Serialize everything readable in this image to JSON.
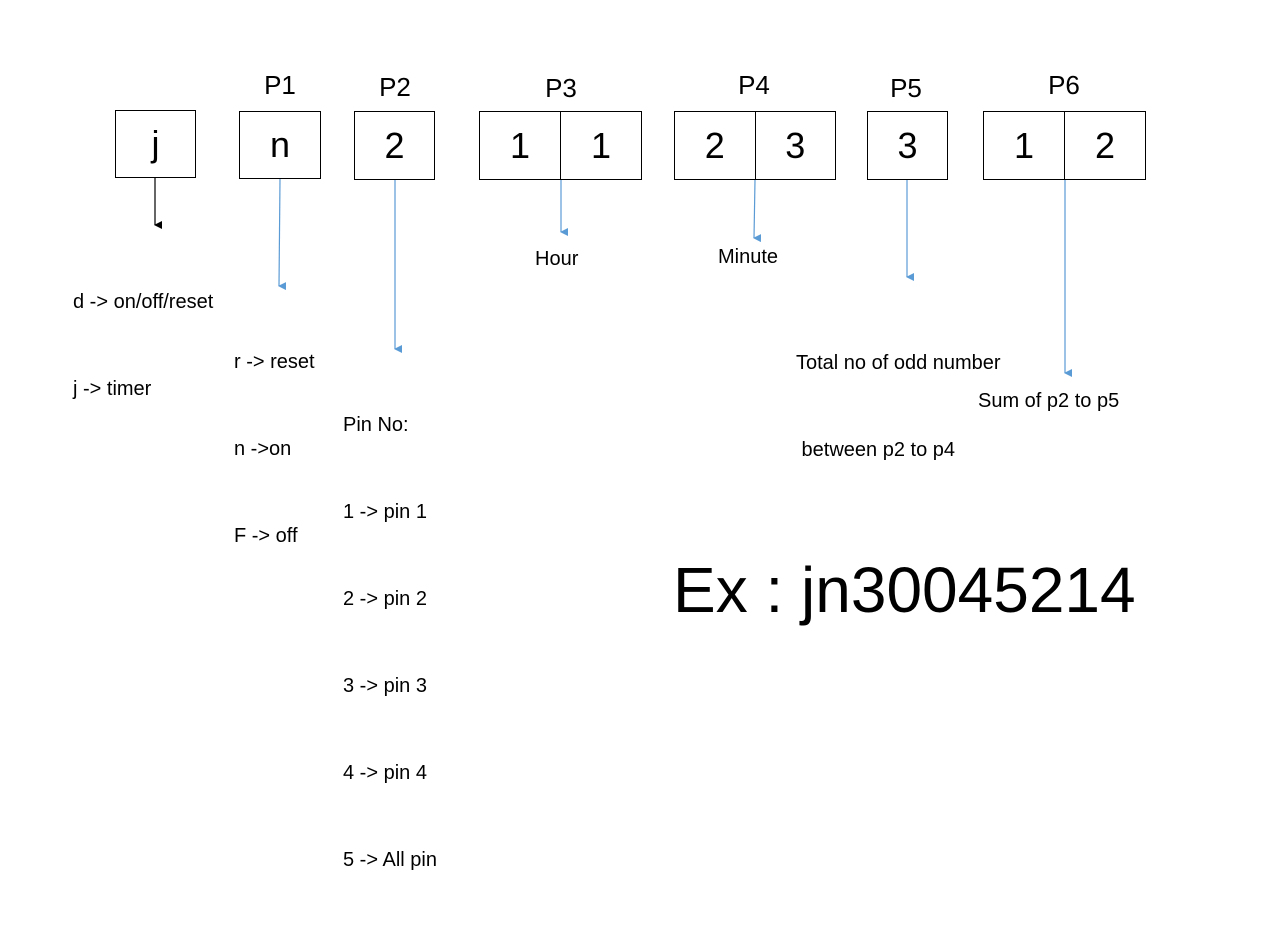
{
  "colors": {
    "arrow_black": "#000000",
    "arrow_blue": "#5b9bd5"
  },
  "fields": {
    "prefix": {
      "value": "j"
    },
    "p1": {
      "label": "P1",
      "value": "n"
    },
    "p2": {
      "label": "P2",
      "value": "2"
    },
    "p3": {
      "label": "P3",
      "values": [
        "1",
        "1"
      ]
    },
    "p4": {
      "label": "P4",
      "values": [
        "2",
        "3"
      ]
    },
    "p5": {
      "label": "P5",
      "value": "3"
    },
    "p6": {
      "label": "P6",
      "values": [
        "1",
        "2"
      ]
    }
  },
  "annotations": {
    "prefix": [
      "d -> on/off/reset",
      "j -> timer"
    ],
    "p1": [
      "r -> reset",
      "n ->on",
      "F -> off"
    ],
    "p2": [
      "Pin No:",
      "1 -> pin 1",
      "2 -> pin 2",
      "3 -> pin 3",
      "4 -> pin 4",
      "5 -> All pin"
    ],
    "p3": "Hour",
    "p4": "Minute",
    "p5": [
      "Total no of odd number",
      " between p2 to p4"
    ],
    "p6": "Sum of p2 to p5"
  },
  "example": "Ex : jn30045214"
}
